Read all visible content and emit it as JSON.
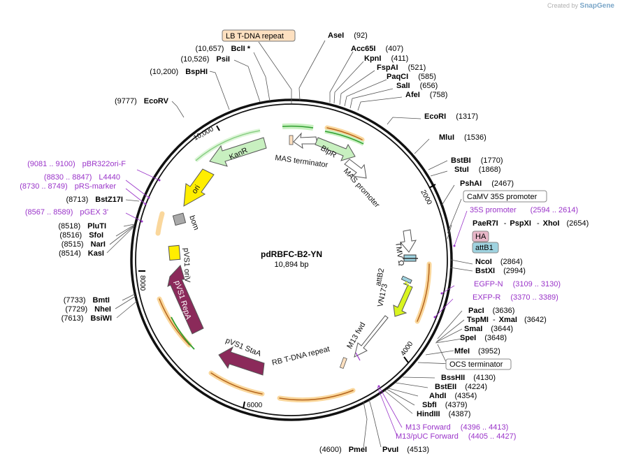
{
  "credit": {
    "prefix": "Created by",
    "brand": "SnapGene"
  },
  "plasmid": {
    "name": "pdRBFC-B2-YN",
    "size": "10,894 bp"
  },
  "ticks": [
    "2000",
    "4000",
    "6000",
    "8000",
    "10,000"
  ],
  "sites_right": [
    {
      "id": "asei",
      "name": "AseI",
      "pos": "(92)"
    },
    {
      "id": "acc65i",
      "name": "Acc65I",
      "pos": "(407)"
    },
    {
      "id": "kpni",
      "name": "KpnI",
      "pos": "(411)"
    },
    {
      "id": "fspai",
      "name": "FspAI",
      "pos": "(521)"
    },
    {
      "id": "paqci",
      "name": "PaqCI",
      "pos": "(585)"
    },
    {
      "id": "sali",
      "name": "SalI",
      "pos": "(656)"
    },
    {
      "id": "afei",
      "name": "AfeI",
      "pos": "(758)"
    },
    {
      "id": "ecori",
      "name": "EcoRI",
      "pos": "(1317)"
    },
    {
      "id": "mlui",
      "name": "MluI",
      "pos": "(1536)"
    },
    {
      "id": "bstbi",
      "name": "BstBI",
      "pos": "(1770)"
    },
    {
      "id": "stui",
      "name": "StuI",
      "pos": "(1868)"
    },
    {
      "id": "pshai",
      "name": "PshAI",
      "pos": "(2467)"
    },
    {
      "id": "ncoi",
      "name": "NcoI",
      "pos": "(2864)"
    },
    {
      "id": "bstxi",
      "name": "BstXI",
      "pos": "(2994)"
    },
    {
      "id": "paci",
      "name": "PacI",
      "pos": "(3636)"
    },
    {
      "id": "smai",
      "name": "SmaI",
      "pos": "(3644)"
    },
    {
      "id": "spei",
      "name": "SpeI",
      "pos": "(3648)"
    },
    {
      "id": "mfei",
      "name": "MfeI",
      "pos": "(3952)"
    },
    {
      "id": "psshii",
      "name": "BssHII",
      "pos": "(4130)"
    },
    {
      "id": "bsteii",
      "name": "BstEII",
      "pos": "(4224)"
    },
    {
      "id": "ahdi",
      "name": "AhdI",
      "pos": "(4354)"
    },
    {
      "id": "sbfi",
      "name": "SbfI",
      "pos": "(4379)"
    },
    {
      "id": "hindiii",
      "name": "HindIII",
      "pos": "(4387)"
    },
    {
      "id": "pvui",
      "name": "PvuI",
      "pos": "(4513)"
    }
  ],
  "sites_left": [
    {
      "id": "bcli",
      "name": "BclI *",
      "pos": "(10,657)"
    },
    {
      "id": "psii",
      "name": "PsiI",
      "pos": "(10,526)"
    },
    {
      "id": "bsphi",
      "name": "BspHI",
      "pos": "(10,200)"
    },
    {
      "id": "ecorv",
      "name": "EcoRV",
      "pos": "(9777)"
    },
    {
      "id": "bstz17i",
      "name": "BstZ17I",
      "pos": "(8713)"
    },
    {
      "id": "pluti",
      "name": "PluTI",
      "pos": "(8518)"
    },
    {
      "id": "sfoi",
      "name": "SfoI",
      "pos": "(8516)"
    },
    {
      "id": "nari",
      "name": "NarI",
      "pos": "(8515)"
    },
    {
      "id": "kasi",
      "name": "KasI",
      "pos": "(8514)"
    },
    {
      "id": "bmti",
      "name": "BmtI",
      "pos": "(7733)"
    },
    {
      "id": "nhei",
      "name": "NheI",
      "pos": "(7729)"
    },
    {
      "id": "bsiwi",
      "name": "BsiWI",
      "pos": "(7613)"
    },
    {
      "id": "pmei",
      "name": "PmeI",
      "pos": "(4600)"
    }
  ],
  "combo_sites": {
    "paer7i": "PaeR7I",
    "pspxi": "PspXI",
    "xhoi": "XhoI",
    "paer7i_pos": "(2654)",
    "tspmi": "TspMI",
    "xmai": "XmaI",
    "tspmi_pos": "(3642)"
  },
  "primers": [
    {
      "id": "pbr322ori",
      "name": "pBR322ori-F",
      "range": "(9081 .. 9100)"
    },
    {
      "id": "l4440",
      "name": "L4440",
      "range": "(8830 .. 8847)"
    },
    {
      "id": "prsmarker",
      "name": "pRS-marker",
      "range": "(8730 .. 8749)"
    },
    {
      "id": "pgex3",
      "name": "pGEX 3'",
      "range": "(8567 .. 8589)"
    },
    {
      "id": "35s",
      "name": "35S promoter",
      "range": "(2594 .. 2614)"
    },
    {
      "id": "egfpn",
      "name": "EGFP-N",
      "range": "(3109 .. 3130)"
    },
    {
      "id": "exfpr",
      "name": "EXFP-R",
      "range": "(3370 .. 3389)"
    },
    {
      "id": "m13fwd_primer",
      "name": "M13 Forward",
      "range": "(4396 .. 4413)"
    },
    {
      "id": "m13puc",
      "name": "M13/pUC Forward",
      "range": "(4405 .. 4427)"
    }
  ],
  "boxed_labels": {
    "lb": "LB T-DNA repeat",
    "camv": "CaMV 35S promoter",
    "ha": "HA",
    "attb1": "attB1",
    "ocs": "OCS terminator"
  },
  "features": {
    "mas_terminator": "MAS terminator",
    "mas_promoter": "MAS promoter",
    "kanr": "KanR",
    "blpr": "BlpR",
    "ori": "ori",
    "bom": "bom",
    "pvs1_oriv": "pVS1 oriV",
    "pvs1_repa": "pVS1 RepA",
    "pvs1_staa": "pVS1 StaA",
    "rb": "RB T-DNA repeat",
    "m13_fwd": "M13 fwd",
    "tmv": "TMV Ω",
    "attb2": "attB2",
    "vn173": "VN173"
  },
  "colors": {
    "primer": "#9a34c9",
    "orf_green": "#c8f0c0",
    "orf_yellow": "#ffee00",
    "repa": "#8b2a5a",
    "orange": "#f5a623",
    "yfp": "#d9f520",
    "ha": "#e8b7c8",
    "attb1": "#9fd3e0",
    "lb": "#fde0c0"
  }
}
